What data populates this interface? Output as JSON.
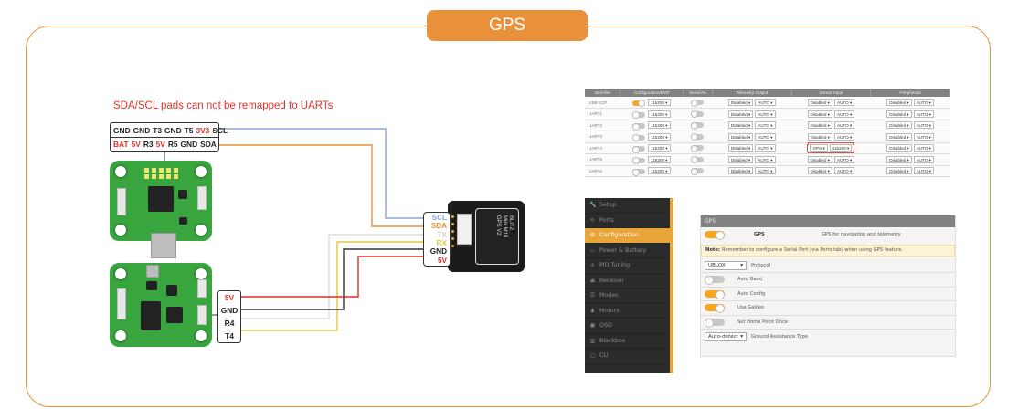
{
  "title": "GPS",
  "warning": "SDA/SCL pads can not be remapped to UARTs",
  "fc_pads": {
    "row1": [
      {
        "label": "GND",
        "color": "#222222"
      },
      {
        "label": "GND",
        "color": "#222222"
      },
      {
        "label": "T3",
        "color": "#222222"
      },
      {
        "label": "GND",
        "color": "#222222"
      },
      {
        "label": "T5",
        "color": "#222222"
      },
      {
        "label": "3V3",
        "color": "#e0302a"
      },
      {
        "label": "SCL",
        "color": "#222222"
      }
    ],
    "row2": [
      {
        "label": "BAT",
        "color": "#e0302a"
      },
      {
        "label": "5V",
        "color": "#e0302a"
      },
      {
        "label": "R3",
        "color": "#222222"
      },
      {
        "label": "5V",
        "color": "#e0302a"
      },
      {
        "label": "R5",
        "color": "#222222"
      },
      {
        "label": "GND",
        "color": "#222222"
      },
      {
        "label": "SDA",
        "color": "#222222"
      }
    ]
  },
  "uart_pads": [
    {
      "label": "5V",
      "color": "#e0302a"
    },
    {
      "label": "GND",
      "color": "#222222"
    },
    {
      "label": "R4",
      "color": "#222222"
    },
    {
      "label": "T4",
      "color": "#222222"
    }
  ],
  "gps_pads": [
    {
      "label": "SCL",
      "color": "#8aa5d6"
    },
    {
      "label": "SDA",
      "color": "#e8903a"
    },
    {
      "label": "TX",
      "color": "#cccccc"
    },
    {
      "label": "RX",
      "color": "#e6c640"
    },
    {
      "label": "GND",
      "color": "#222222"
    },
    {
      "label": "5V",
      "color": "#e0302a"
    }
  ],
  "gps_module_label": "BLITZ\nMini M10\nGPS V2",
  "wire_colors": {
    "scl": "#8aa5d6",
    "sda": "#e8903a",
    "tx": "#dddddd",
    "rx": "#e6c640",
    "gnd": "#333333",
    "v5": "#d8322c"
  },
  "ports_table": {
    "headers": [
      "Identifier",
      "Configuration/MSP",
      "Serial Rx",
      "Telemetry Output",
      "Sensor Input",
      "Peripherals"
    ],
    "rows": [
      {
        "id": "USB VCP",
        "msp_on": true,
        "msp_baud": "115200",
        "rx_on": false,
        "tel": "Disabled",
        "tel_baud": "AUTO",
        "sensor": "Disabled",
        "sensor_baud": "AUTO",
        "periph": "Disabled",
        "periph_baud": "AUTO"
      },
      {
        "id": "UART1",
        "msp_on": false,
        "msp_baud": "115200",
        "rx_on": false,
        "tel": "Disabled",
        "tel_baud": "AUTO",
        "sensor": "Disabled",
        "sensor_baud": "AUTO",
        "periph": "Disabled",
        "periph_baud": "AUTO"
      },
      {
        "id": "UART2",
        "msp_on": false,
        "msp_baud": "115200",
        "rx_on": false,
        "tel": "Disabled",
        "tel_baud": "AUTO",
        "sensor": "Disabled",
        "sensor_baud": "AUTO",
        "periph": "Disabled",
        "periph_baud": "AUTO"
      },
      {
        "id": "UART3",
        "msp_on": false,
        "msp_baud": "115200",
        "rx_on": false,
        "tel": "Disabled",
        "tel_baud": "AUTO",
        "sensor": "Disabled",
        "sensor_baud": "AUTO",
        "periph": "Disabled",
        "periph_baud": "AUTO"
      },
      {
        "id": "UART4",
        "msp_on": false,
        "msp_baud": "115200",
        "rx_on": false,
        "tel": "Disabled",
        "tel_baud": "AUTO",
        "sensor": "GPS",
        "sensor_baud": "115200",
        "periph": "Disabled",
        "periph_baud": "AUTO",
        "highlight": true
      },
      {
        "id": "UART5",
        "msp_on": false,
        "msp_baud": "115200",
        "rx_on": false,
        "tel": "Disabled",
        "tel_baud": "AUTO",
        "sensor": "Disabled",
        "sensor_baud": "AUTO",
        "periph": "Disabled",
        "periph_baud": "AUTO"
      },
      {
        "id": "UART6",
        "msp_on": false,
        "msp_baud": "115200",
        "rx_on": false,
        "tel": "Disabled",
        "tel_baud": "AUTO",
        "sensor": "Disabled",
        "sensor_baud": "AUTO",
        "periph": "Disabled",
        "periph_baud": "AUTO"
      }
    ]
  },
  "sidebar": {
    "items": [
      {
        "label": "Setup",
        "icon": "wrench-icon",
        "glyph": "🔧",
        "active": false
      },
      {
        "label": "Ports",
        "icon": "plug-icon",
        "glyph": "⚟",
        "active": false
      },
      {
        "label": "Configuration",
        "icon": "gear-icon",
        "glyph": "⚙",
        "active": true
      },
      {
        "label": "Power & Battery",
        "icon": "battery-icon",
        "glyph": "▭",
        "active": false
      },
      {
        "label": "PID Tuning",
        "icon": "pid-icon",
        "glyph": "⫛",
        "active": false
      },
      {
        "label": "Receiver",
        "icon": "receiver-icon",
        "glyph": "⏏",
        "active": false
      },
      {
        "label": "Modes",
        "icon": "modes-icon",
        "glyph": "☰",
        "active": false
      },
      {
        "label": "Motors",
        "icon": "motor-icon",
        "glyph": "♟",
        "active": false
      },
      {
        "label": "OSD",
        "icon": "osd-icon",
        "glyph": "▣",
        "active": false
      },
      {
        "label": "Blackbox",
        "icon": "blackbox-icon",
        "glyph": "▥",
        "active": false
      },
      {
        "label": "CLI",
        "icon": "cli-icon",
        "glyph": "▢",
        "active": false
      }
    ]
  },
  "gps_config": {
    "header": "GPS",
    "feature": {
      "name": "GPS",
      "description": "GPS for navigation and telemetry",
      "enabled": true
    },
    "note_label": "Note:",
    "note_text": "Remember to configure a Serial Port (via Ports tab) when using GPS feature.",
    "protocol": {
      "value": "UBLOX",
      "label": "Protocol"
    },
    "toggles": [
      {
        "label": "Auto Baud",
        "on": false
      },
      {
        "label": "Auto Config",
        "on": true
      },
      {
        "label": "Use Galileo",
        "on": true
      },
      {
        "label": "Set Home Point Once",
        "on": false
      }
    ],
    "ground_assistance": {
      "value": "Auto-detect",
      "label": "Ground Assistance Type"
    }
  }
}
